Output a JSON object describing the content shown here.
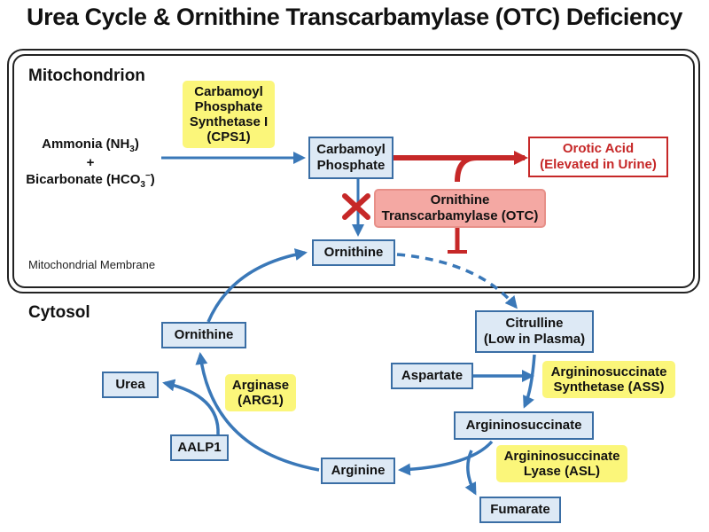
{
  "title": "Urea Cycle & Ornithine Transcarbamylase (OTC) Deficiency",
  "regions": {
    "mitochondrion": "Mitochondrion",
    "membrane": "Mitochondrial Membrane",
    "cytosol": "Cytosol"
  },
  "substrates": {
    "ammonia": "Ammonia (NH",
    "ammonia_sub": "3",
    "ammonia_close": ")",
    "plus": "+",
    "bicarbonate": "Bicarbonate (HCO",
    "bicarbonate_sub": "3",
    "bicarbonate_sup": "−",
    "bicarbonate_close": ")"
  },
  "enzymes": {
    "cps1": [
      "Carbamoyl",
      "Phosphate",
      "Synthetase I",
      "(CPS1)"
    ],
    "otc": [
      "Ornithine",
      "Transcarbamylase (OTC)"
    ],
    "ass": [
      "Argininosuccinate",
      "Synthetase (ASS)"
    ],
    "asl": [
      "Argininosuccinate",
      "Lyase (ASL)"
    ],
    "arg1": [
      "Arginase",
      "(ARG1)"
    ]
  },
  "nodes": {
    "carbamoyl_phosphate": [
      "Carbamoyl",
      "Phosphate"
    ],
    "orotic_acid": [
      "Orotic Acid",
      "(Elevated in Urine)"
    ],
    "ornithine_mito": "Ornithine",
    "citrulline": [
      "Citrulline",
      "(Low in Plasma)"
    ],
    "aspartate": "Aspartate",
    "argininosuccinate": "Argininosuccinate",
    "fumarate": "Fumarate",
    "arginine": "Arginine",
    "ornithine_cyto": "Ornithine",
    "urea": "Urea",
    "aalp1": "AALP1"
  },
  "colors": {
    "pathway_blue": "#3a78b8",
    "inhibition_red": "#c62828",
    "enzyme_yellow": "#fbf67a",
    "node_fill": "#dde9f5"
  },
  "icons": {
    "block": "x-block-icon"
  }
}
